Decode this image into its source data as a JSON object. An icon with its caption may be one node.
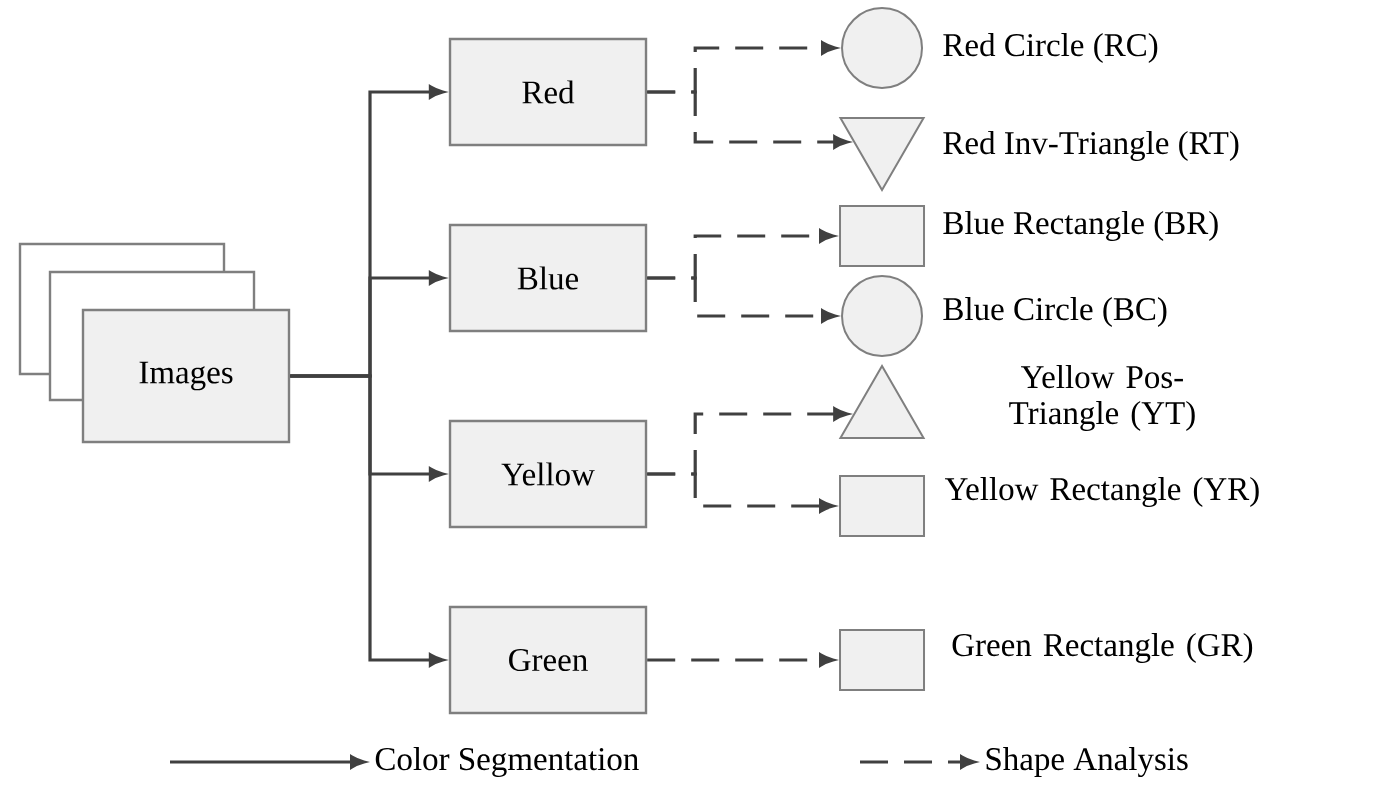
{
  "diagram": {
    "nodes": [
      {
        "text": [
          "Images"
        ]
      },
      {
        "text": [
          "Red"
        ]
      },
      {
        "text": [
          "Blue"
        ]
      },
      {
        "text": [
          "Yellow"
        ]
      },
      {
        "text": [
          "Green"
        ]
      },
      {
        "text": [],
        "shape": "circle",
        "beside": [
          "Red Circle (RC)"
        ]
      },
      {
        "text": [],
        "shape": "triangle",
        "beside": [
          "Red Inv-Triangle (RT)"
        ]
      },
      {
        "text": [],
        "shape": "box",
        "beside": [
          "Blue Rectangle (BR)"
        ]
      },
      {
        "text": [],
        "shape": "circle",
        "beside": [
          "Blue Circle (BC)"
        ]
      },
      {
        "text": [],
        "shape": "triangle",
        "beside": [
          "Yellow Pos-Triangle (YT)"
        ]
      },
      {
        "text": [],
        "shape": "box",
        "beside": [
          "Yellow Rectangle (YR)"
        ]
      },
      {
        "text": [],
        "shape": "box",
        "beside": [
          "Green Rectangle (GR)"
        ]
      }
    ],
    "edges": [
      {
        "from": 0,
        "to": 1,
        "arrow": "to"
      },
      {
        "from": 0,
        "to": 2,
        "arrow": "to"
      },
      {
        "from": 0,
        "to": 3,
        "arrow": "to"
      },
      {
        "from": 0,
        "to": 4,
        "arrow": "to"
      },
      {
        "from": 1,
        "to": 5,
        "arrow": "to",
        "style": "dashed"
      },
      {
        "from": 1,
        "to": 6,
        "arrow": "to",
        "style": "dashed"
      },
      {
        "from": 2,
        "to": 7,
        "arrow": "to",
        "style": "dashed"
      },
      {
        "from": 2,
        "to": 8,
        "arrow": "to",
        "style": "dashed"
      },
      {
        "from": 3,
        "to": 9,
        "arrow": "to",
        "style": "dashed"
      },
      {
        "from": 3,
        "to": 10,
        "arrow": "to",
        "style": "dashed"
      },
      {
        "from": 4,
        "to": 11,
        "arrow": "to",
        "style": "dashed"
      }
    ],
    "legend": [
      {
        "text": "Color Segmentation"
      },
      {
        "text": "Shape Analysis"
      }
    ]
  }
}
